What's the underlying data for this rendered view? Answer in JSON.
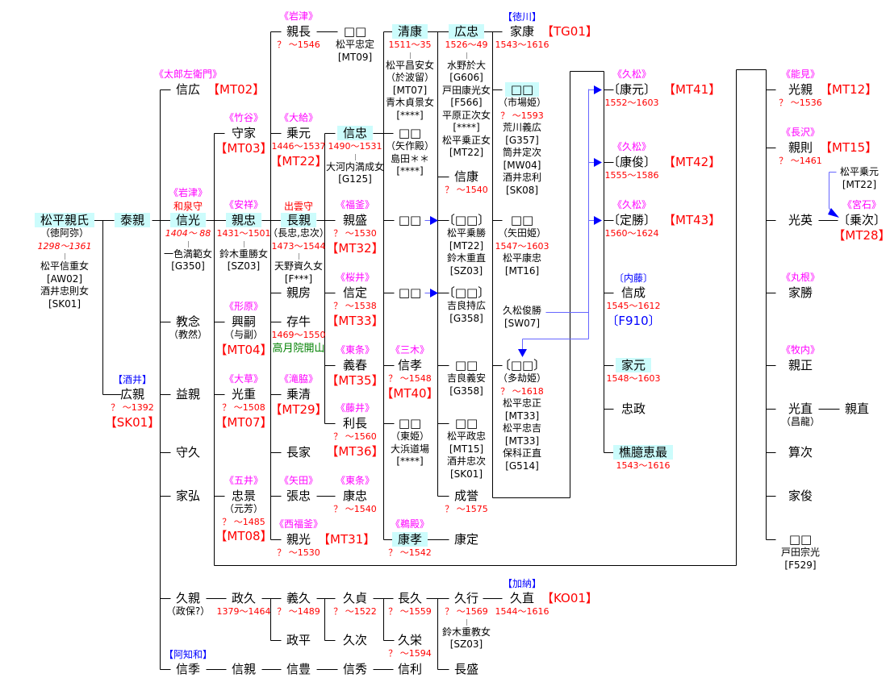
{
  "colors": {
    "highlight": "#ccfcfc",
    "date": "#ff0000",
    "house": "#ff00ff",
    "clan": "#0000ff",
    "note": "#008000",
    "arrow": "#0000ff"
  },
  "nodes": {
    "chikauji": {
      "name": "松平親氏",
      "hl": true,
      "below": [
        {
          "t": "（徳阿弥）",
          "c": "s"
        },
        {
          "t": "1298〜1361",
          "c": "di"
        },
        {
          "c": "tick"
        },
        {
          "t": "松平信重女",
          "c": "s"
        },
        {
          "t": "[AW02]",
          "c": "s"
        },
        {
          "t": "酒井忠則女",
          "c": "s"
        },
        {
          "t": "[SK01]",
          "c": "s"
        }
      ]
    },
    "yasuchika": {
      "name": "泰親",
      "hl": true
    },
    "hirochika": {
      "above": [
        {
          "t": "【酒井】",
          "c": "b"
        }
      ],
      "name": "広親",
      "below": [
        {
          "t": "？ 〜1392",
          "c": "d"
        },
        {
          "t": "【SK01】",
          "c": "code"
        }
      ]
    },
    "nobuhiro": {
      "above": [
        {
          "t": "《太郎左衛門》",
          "c": "h"
        }
      ],
      "name": "信広",
      "suffix": "【MT02】"
    },
    "nobumitsu": {
      "above": [
        {
          "t": "《岩津》",
          "c": "h"
        },
        {
          "t": "和泉守",
          "c": "r"
        }
      ],
      "name": "信光",
      "hl": true,
      "below": [
        {
          "t": "1404〜 88",
          "c": "di"
        },
        {
          "c": "tick"
        },
        {
          "t": "一色満範女",
          "c": "s"
        },
        {
          "t": "[G350]",
          "c": "s"
        }
      ]
    },
    "kyonen": {
      "name": "教念",
      "below": [
        {
          "t": "（教然）",
          "c": "s"
        }
      ]
    },
    "masuchika": {
      "name": "益親"
    },
    "morihisa": {
      "name": "守久"
    },
    "iehiro": {
      "name": "家弘"
    },
    "hisachika": {
      "name": "久親",
      "below": [
        {
          "t": "（政保?）",
          "c": "s"
        }
      ]
    },
    "nobusue": {
      "above": [
        {
          "t": "【阿知和】",
          "c": "b"
        }
      ],
      "name": "信季"
    },
    "moriie": {
      "above": [
        {
          "t": "《竹谷》",
          "c": "h"
        }
      ],
      "name": "守家",
      "below": [
        {
          "t": "【MT03】",
          "c": "code"
        }
      ]
    },
    "chikatada": {
      "above": [
        {
          "t": "《安祥》",
          "c": "h"
        }
      ],
      "name": "親忠",
      "hl": true,
      "below": [
        {
          "t": "1431〜1501",
          "c": "d"
        },
        {
          "c": "tick"
        },
        {
          "t": "鈴木重勝女",
          "c": "s"
        },
        {
          "t": "[SZ03]",
          "c": "s"
        }
      ]
    },
    "okitsugu": {
      "above": [
        {
          "t": "《形原》",
          "c": "h"
        }
      ],
      "name": "興嗣",
      "below": [
        {
          "t": "（与副）",
          "c": "s"
        },
        {
          "t": "【MT04】",
          "c": "code"
        }
      ]
    },
    "mitsushige": {
      "above": [
        {
          "t": "《大草》",
          "c": "h"
        }
      ],
      "name": "光重",
      "below": [
        {
          "t": "？ 〜1508",
          "c": "d"
        },
        {
          "t": "【MT07】",
          "c": "code"
        }
      ]
    },
    "tadakage": {
      "above": [
        {
          "t": "《五井》",
          "c": "h"
        }
      ],
      "name": "忠景",
      "below": [
        {
          "t": "（元芳）",
          "c": "s"
        },
        {
          "t": "？ 〜1485",
          "c": "d"
        },
        {
          "t": "【MT08】",
          "c": "code"
        }
      ]
    },
    "masahisa": {
      "name": "政久",
      "below": [
        {
          "t": "1379〜1464",
          "c": "d"
        }
      ]
    },
    "nobuchika": {
      "name": "信親"
    },
    "chikanaga": {
      "above": [
        {
          "t": "《岩津》",
          "c": "h"
        }
      ],
      "name": "親長",
      "below": [
        {
          "t": "？ 〜1546",
          "c": "d"
        }
      ]
    },
    "norimoto": {
      "above": [
        {
          "t": "《大給》",
          "c": "h"
        }
      ],
      "name": "乗元",
      "below": [
        {
          "t": "1446〜1537",
          "c": "d"
        },
        {
          "t": "【MT22】",
          "c": "code"
        }
      ]
    },
    "nagachika": {
      "above": [
        {
          "t": "出雲守",
          "c": "r"
        }
      ],
      "name": "長親",
      "hl": true,
      "below": [
        {
          "t": "（長忠,忠次）",
          "c": "s"
        },
        {
          "t": "1473〜1544",
          "c": "d"
        },
        {
          "c": "tick"
        },
        {
          "t": "天野資久女",
          "c": "s"
        },
        {
          "t": "[F***]",
          "c": "s"
        }
      ]
    },
    "chikafusa": {
      "name": "親房"
    },
    "zongyu": {
      "name": "存牛",
      "below": [
        {
          "t": "1469〜1550",
          "c": "d"
        },
        {
          "t": "高月院開山",
          "c": "g"
        }
      ]
    },
    "norikiyo": {
      "above": [
        {
          "t": "《滝脇》",
          "c": "h"
        }
      ],
      "name": "乗清",
      "below": [
        {
          "t": "【MT29】",
          "c": "code"
        }
      ]
    },
    "nagaie": {
      "name": "長家"
    },
    "harutada": {
      "above": [
        {
          "t": "《矢田》",
          "c": "h"
        }
      ],
      "name": "張忠"
    },
    "chikamitsu": {
      "above": [
        {
          "t": "《西福釜》",
          "c": "h"
        }
      ],
      "name": "親光",
      "suffix": "【MT31】",
      "below": [
        {
          "t": "？ 〜1530",
          "c": "d"
        }
      ]
    },
    "yoshihisa": {
      "name": "義久",
      "below": [
        {
          "t": "？ 〜1489",
          "c": "d"
        }
      ]
    },
    "masahira": {
      "name": "政平"
    },
    "nobutoyo": {
      "name": "信豊"
    },
    "unk_tadasada": {
      "name": "□□",
      "below": [
        {
          "t": "松平忠定",
          "c": "s"
        },
        {
          "t": "[MT09]",
          "c": "s"
        }
      ]
    },
    "nobutada": {
      "name": "信忠",
      "hl": true,
      "below": [
        {
          "t": "1490〜1531",
          "c": "d"
        },
        {
          "c": "tick"
        },
        {
          "t": "大河内満成女",
          "c": "s"
        },
        {
          "t": "[G125]",
          "c": "s"
        }
      ]
    },
    "chikamori": {
      "above": [
        {
          "t": "《福釜》",
          "c": "h"
        }
      ],
      "name": "親盛",
      "below": [
        {
          "t": "？ 〜1530",
          "c": "d"
        },
        {
          "t": "【MT32】",
          "c": "code"
        }
      ]
    },
    "nobusada": {
      "above": [
        {
          "t": "《桜井》",
          "c": "h"
        }
      ],
      "name": "信定",
      "below": [
        {
          "t": "？ 〜1538",
          "c": "d"
        },
        {
          "t": "【MT33】",
          "c": "code"
        }
      ]
    },
    "yoshiharu": {
      "above": [
        {
          "t": "《東条》",
          "c": "h"
        }
      ],
      "name": "義春",
      "below": [
        {
          "t": "【MT35】",
          "c": "code"
        }
      ]
    },
    "toshinaga": {
      "above": [
        {
          "t": "《藤井》",
          "c": "h"
        }
      ],
      "name": "利長",
      "below": [
        {
          "t": "？ 〜1560",
          "c": "d"
        },
        {
          "t": "【MT36】",
          "c": "code"
        }
      ]
    },
    "yasutada": {
      "above": [
        {
          "t": "《東条》",
          "c": "h"
        }
      ],
      "name": "康忠",
      "below": [
        {
          "t": "？ 〜1540",
          "c": "d"
        }
      ]
    },
    "hisasada": {
      "name": "久貞",
      "below": [
        {
          "t": "？ 〜1522",
          "c": "d"
        }
      ]
    },
    "hisatsugu": {
      "name": "久次"
    },
    "nobuhide": {
      "name": "信秀"
    },
    "kiyoyasu": {
      "name": "清康",
      "hl": true,
      "below": [
        {
          "t": "1511〜35",
          "c": "d"
        },
        {
          "c": "tick"
        },
        {
          "t": "松平昌安女",
          "c": "s"
        },
        {
          "t": "（於波留）",
          "c": "s"
        },
        {
          "t": "[MT07]",
          "c": "s"
        },
        {
          "t": "青木貞景女",
          "c": "s"
        },
        {
          "t": "[****]",
          "c": "s"
        }
      ]
    },
    "yahagi": {
      "name": "□□",
      "below": [
        {
          "t": "（矢作殿）",
          "c": "s"
        },
        {
          "t": "島田＊＊",
          "c": "s"
        },
        {
          "t": "[****]",
          "c": "s"
        }
      ]
    },
    "unk_a": {
      "name": "□□"
    },
    "unk_b": {
      "name": "□□"
    },
    "nobutaka": {
      "above": [
        {
          "t": "《三木》",
          "c": "h"
        }
      ],
      "name": "信孝",
      "below": [
        {
          "t": "？ 〜1548",
          "c": "d"
        },
        {
          "t": "【MT40】",
          "c": "code"
        }
      ]
    },
    "higashi": {
      "name": "□□",
      "below": [
        {
          "t": "（東姫）",
          "c": "s"
        },
        {
          "t": "大浜道場",
          "c": "s"
        },
        {
          "t": "[****]",
          "c": "s"
        }
      ]
    },
    "yasutaka": {
      "above": [
        {
          "t": "《鵜殿》",
          "c": "h"
        }
      ],
      "name": "康孝",
      "hl": true,
      "below": [
        {
          "t": "？ 〜1542",
          "c": "d"
        }
      ]
    },
    "nagahisa": {
      "name": "長久",
      "below": [
        {
          "t": "？ 〜1559",
          "c": "d"
        }
      ]
    },
    "hisahide": {
      "name": "久栄",
      "below": [
        {
          "t": "？ 〜1594",
          "c": "d"
        }
      ]
    },
    "nobutoshi": {
      "name": "信利"
    },
    "hirotada": {
      "name": "広忠",
      "hl": true,
      "below": [
        {
          "t": "1526〜49",
          "c": "d"
        },
        {
          "c": "tick"
        },
        {
          "t": "水野於大",
          "c": "s"
        },
        {
          "t": "[G606]",
          "c": "s"
        },
        {
          "t": "戸田康光女",
          "c": "s"
        },
        {
          "t": "[F566]",
          "c": "s"
        },
        {
          "t": "平原正次女",
          "c": "s"
        },
        {
          "t": "[****]",
          "c": "s"
        },
        {
          "t": "松平乗正女",
          "c": "s"
        },
        {
          "t": "[MT22]",
          "c": "s"
        }
      ]
    },
    "nobuyasu": {
      "name": "信康",
      "below": [
        {
          "t": "？ 〜1540",
          "c": "d"
        }
      ]
    },
    "unk_c": {
      "name": "〔□□〕",
      "below": [
        {
          "t": "松平乗勝",
          "c": "s"
        },
        {
          "t": "[MT22]",
          "c": "s"
        },
        {
          "t": "鈴木重直",
          "c": "s"
        },
        {
          "t": "[SZ03]",
          "c": "s"
        }
      ]
    },
    "unk_d": {
      "name": "〔□□〕",
      "below": [
        {
          "t": "吉良持広",
          "c": "s"
        },
        {
          "t": "[G358]",
          "c": "s"
        }
      ]
    },
    "unk_e": {
      "name": "□□",
      "below": [
        {
          "t": "吉良義安",
          "c": "s"
        },
        {
          "t": "[G358]",
          "c": "s"
        }
      ]
    },
    "unk_f": {
      "name": "□□",
      "below": [
        {
          "t": "松平政忠",
          "c": "s"
        },
        {
          "t": "[MT15]",
          "c": "s"
        },
        {
          "t": "酒井忠次",
          "c": "s"
        },
        {
          "t": "[SK01]",
          "c": "s"
        }
      ]
    },
    "seiyo": {
      "name": "成誉",
      "below": [
        {
          "t": "？ 〜1575",
          "c": "d"
        }
      ]
    },
    "yasusada": {
      "name": "康定"
    },
    "hisayuki": {
      "name": "久行",
      "below": [
        {
          "t": "？ 〜1569",
          "c": "d"
        },
        {
          "c": "tick"
        },
        {
          "t": "鈴木重教女",
          "c": "s"
        },
        {
          "t": "[SZ03]",
          "c": "s"
        }
      ]
    },
    "nagamori": {
      "name": "長盛"
    },
    "ieyasu": {
      "above": [
        {
          "t": "【徳川】",
          "c": "b"
        }
      ],
      "name": "家康",
      "suffix": "【TG01】",
      "below": [
        {
          "t": "1543〜1616",
          "c": "d"
        }
      ]
    },
    "ichiba": {
      "name": "□□",
      "hl": true,
      "below": [
        {
          "t": "（市場姫）",
          "c": "s"
        },
        {
          "t": "？ 〜1593",
          "c": "d"
        },
        {
          "t": "荒川義広",
          "c": "s"
        },
        {
          "t": "[G357]",
          "c": "s"
        },
        {
          "t": "筒井定次",
          "c": "s"
        },
        {
          "t": "[MW04]",
          "c": "s"
        },
        {
          "t": "酒井忠利",
          "c": "s"
        },
        {
          "t": "[SK08]",
          "c": "s"
        }
      ]
    },
    "yatahime": {
      "name": "□□",
      "below": [
        {
          "t": "（矢田姫）",
          "c": "s"
        },
        {
          "t": "1547〜1603",
          "c": "d"
        },
        {
          "t": "松平康忠",
          "c": "s"
        },
        {
          "t": "[MT16]",
          "c": "s"
        }
      ]
    },
    "toshikatsu": {
      "name": "久松俊勝",
      "small": true,
      "below": [
        {
          "t": "[SW07]",
          "c": "s"
        }
      ]
    },
    "takaku": {
      "name": "〔□□〕",
      "below": [
        {
          "t": "（多劫姫）",
          "c": "s"
        },
        {
          "t": "？ 〜1618",
          "c": "d"
        },
        {
          "t": "松平忠正",
          "c": "s"
        },
        {
          "t": "[MT33]",
          "c": "s"
        },
        {
          "t": "松平忠吉",
          "c": "s"
        },
        {
          "t": "[MT33]",
          "c": "s"
        },
        {
          "t": "保科正直",
          "c": "s"
        },
        {
          "t": "[G514]",
          "c": "s"
        }
      ]
    },
    "hisanao": {
      "above": [
        {
          "t": "【加納】",
          "c": "b"
        }
      ],
      "name": "久直",
      "suffix": "【KO01】",
      "below": [
        {
          "t": "1544〜1616",
          "c": "d"
        }
      ]
    },
    "yasumoto": {
      "above": [
        {
          "t": "《久松》",
          "c": "h"
        }
      ],
      "name": "〔康元〕",
      "suffix": "【MT41】",
      "below": [
        {
          "t": "1552〜1603",
          "c": "d"
        }
      ]
    },
    "yasutoshi": {
      "above": [
        {
          "t": "《久松》",
          "c": "h"
        }
      ],
      "name": "〔康俊〕",
      "suffix": "【MT42】",
      "below": [
        {
          "t": "1555〜1586",
          "c": "d"
        }
      ]
    },
    "sadakatsu": {
      "above": [
        {
          "t": "《久松》",
          "c": "h"
        }
      ],
      "name": "〔定勝〕",
      "suffix": "【MT43】",
      "below": [
        {
          "t": "1560〜1624",
          "c": "d"
        }
      ]
    },
    "nobunari": {
      "above": [
        {
          "t": "〔内藤〕",
          "c": "b"
        }
      ],
      "name": "信成",
      "below": [
        {
          "t": "1545〜1612",
          "c": "d"
        },
        {
          "t": "〔F910〕",
          "c": "bcode"
        }
      ]
    },
    "iemoto": {
      "name": "家元",
      "hl": true,
      "below": [
        {
          "t": "1548〜1603",
          "c": "d"
        }
      ]
    },
    "tadamasa": {
      "name": "忠政"
    },
    "shoku": {
      "name": "樵臆恵最",
      "hl": true,
      "below": [
        {
          "t": "1543〜1616",
          "c": "d"
        }
      ]
    },
    "mitsuchika": {
      "above": [
        {
          "t": "《能見》",
          "c": "h"
        }
      ],
      "name": "光親",
      "suffix": "【MT12】",
      "below": [
        {
          "t": "？ 〜1536",
          "c": "d"
        }
      ]
    },
    "chikanori": {
      "above": [
        {
          "t": "《長沢》",
          "c": "h"
        }
      ],
      "name": "親則",
      "suffix": "【MT15】",
      "below": [
        {
          "t": "？ 〜1461",
          "c": "d"
        }
      ]
    },
    "norimoto_note": {
      "name": "松平乗元",
      "small": true,
      "below": [
        {
          "t": "[MT22]",
          "c": "s"
        }
      ]
    },
    "mitsuhide": {
      "name": "光英"
    },
    "noritsugu": {
      "above": [
        {
          "t": "《宮石》",
          "c": "h"
        }
      ],
      "name": "〔乗次〕",
      "below": [
        {
          "t": "【MT28】",
          "c": "code"
        }
      ]
    },
    "iekatsu": {
      "above": [
        {
          "t": "《丸根》",
          "c": "h"
        }
      ],
      "name": "家勝"
    },
    "chikamasa": {
      "above": [
        {
          "t": "《牧内》",
          "c": "h"
        }
      ],
      "name": "親正"
    },
    "mitsunao": {
      "name": "光直",
      "below": [
        {
          "t": "（昌龍）",
          "c": "s"
        }
      ]
    },
    "chikanao": {
      "name": "親直"
    },
    "kazutsugu": {
      "name": "算次"
    },
    "ietoshi": {
      "name": "家俊"
    },
    "toda": {
      "name": "□□",
      "below": [
        {
          "t": "戸田宗光",
          "c": "s"
        },
        {
          "t": "[F529]",
          "c": "s"
        }
      ]
    }
  }
}
